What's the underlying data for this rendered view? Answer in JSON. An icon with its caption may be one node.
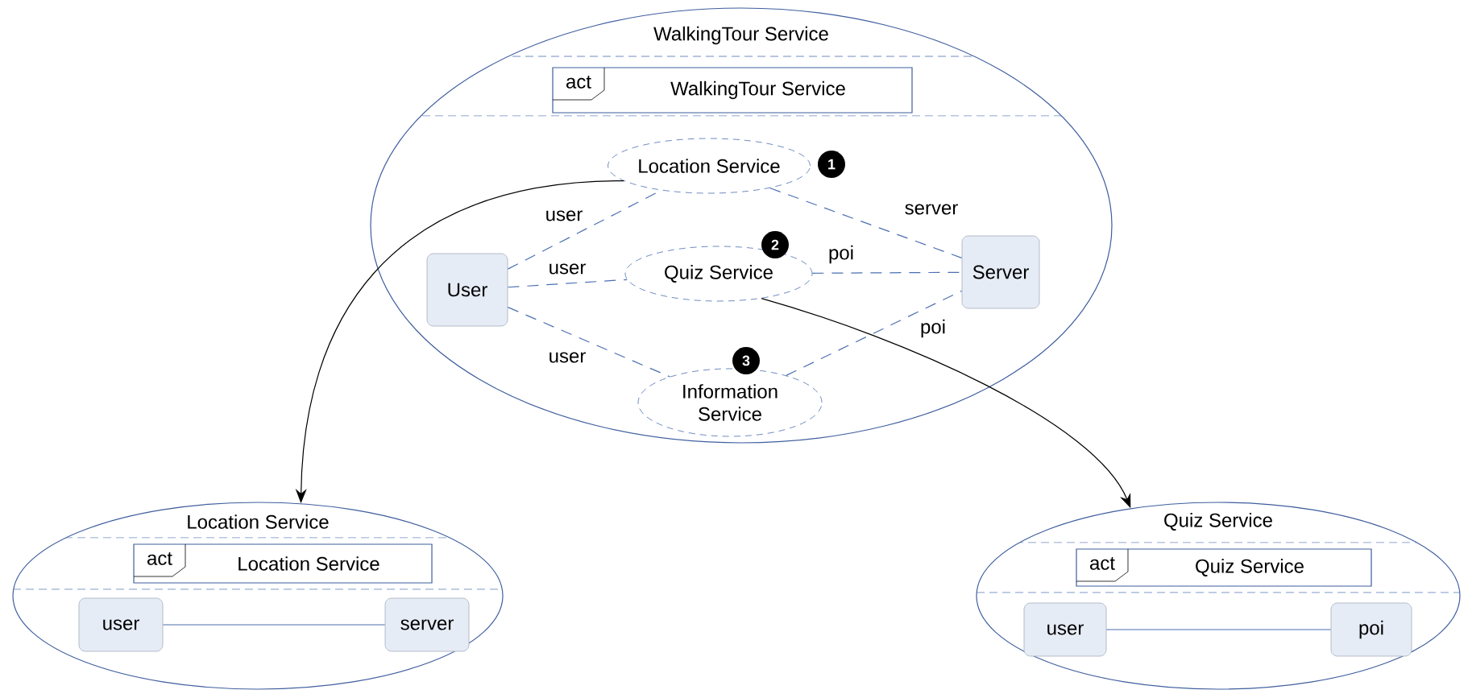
{
  "diagram": {
    "nodes": [
      {
        "text": [
          "WalkingTour Service"
        ]
      },
      {
        "text": [
          "act",
          "WalkingTour Service"
        ],
        "in": 0
      },
      {
        "text": [
          "Location Service"
        ],
        "in": 0,
        "beside": [
          "1"
        ]
      },
      {
        "text": [
          "User"
        ],
        "in": 0
      },
      {
        "text": [
          "Quiz Service"
        ],
        "in": 0,
        "beside": [
          "2"
        ]
      },
      {
        "text": [
          "Server"
        ],
        "in": 0
      },
      {
        "text": [
          "Information Service"
        ],
        "in": 0,
        "beside": [
          "3"
        ]
      },
      {
        "text": [
          "Location Service"
        ]
      },
      {
        "text": [
          "act",
          "Location Service"
        ],
        "in": 7
      },
      {
        "text": [
          "user"
        ],
        "in": 7
      },
      {
        "text": [
          "server"
        ],
        "in": 7
      },
      {
        "text": [
          "Quiz Service"
        ]
      },
      {
        "text": [
          "act",
          "Quiz Service"
        ],
        "in": 11
      },
      {
        "text": [
          "user"
        ],
        "in": 11
      },
      {
        "text": [
          "poi"
        ],
        "in": 11
      }
    ],
    "edges": [
      {
        "from": 3,
        "to": 2,
        "arrow": "none",
        "label": "user",
        "style": "dashed"
      },
      {
        "from": 2,
        "to": 5,
        "arrow": "none",
        "label": "server",
        "style": "dashed"
      },
      {
        "from": 3,
        "to": 4,
        "arrow": "none",
        "label": "user",
        "style": "dashed"
      },
      {
        "from": 4,
        "to": 5,
        "arrow": "none",
        "label": "poi",
        "style": "dashed"
      },
      {
        "from": 3,
        "to": 6,
        "arrow": "none",
        "label": "user",
        "style": "dashed"
      },
      {
        "from": 6,
        "to": 5,
        "arrow": "none",
        "label": "poi",
        "style": "dashed"
      },
      {
        "from": 2,
        "to": 7,
        "arrow": "to",
        "color": "#000000"
      },
      {
        "from": 4,
        "to": 11,
        "arrow": "to",
        "color": "#000000"
      },
      {
        "from": 9,
        "to": 10,
        "arrow": "none"
      },
      {
        "from": 13,
        "to": 14,
        "arrow": "none"
      }
    ]
  }
}
